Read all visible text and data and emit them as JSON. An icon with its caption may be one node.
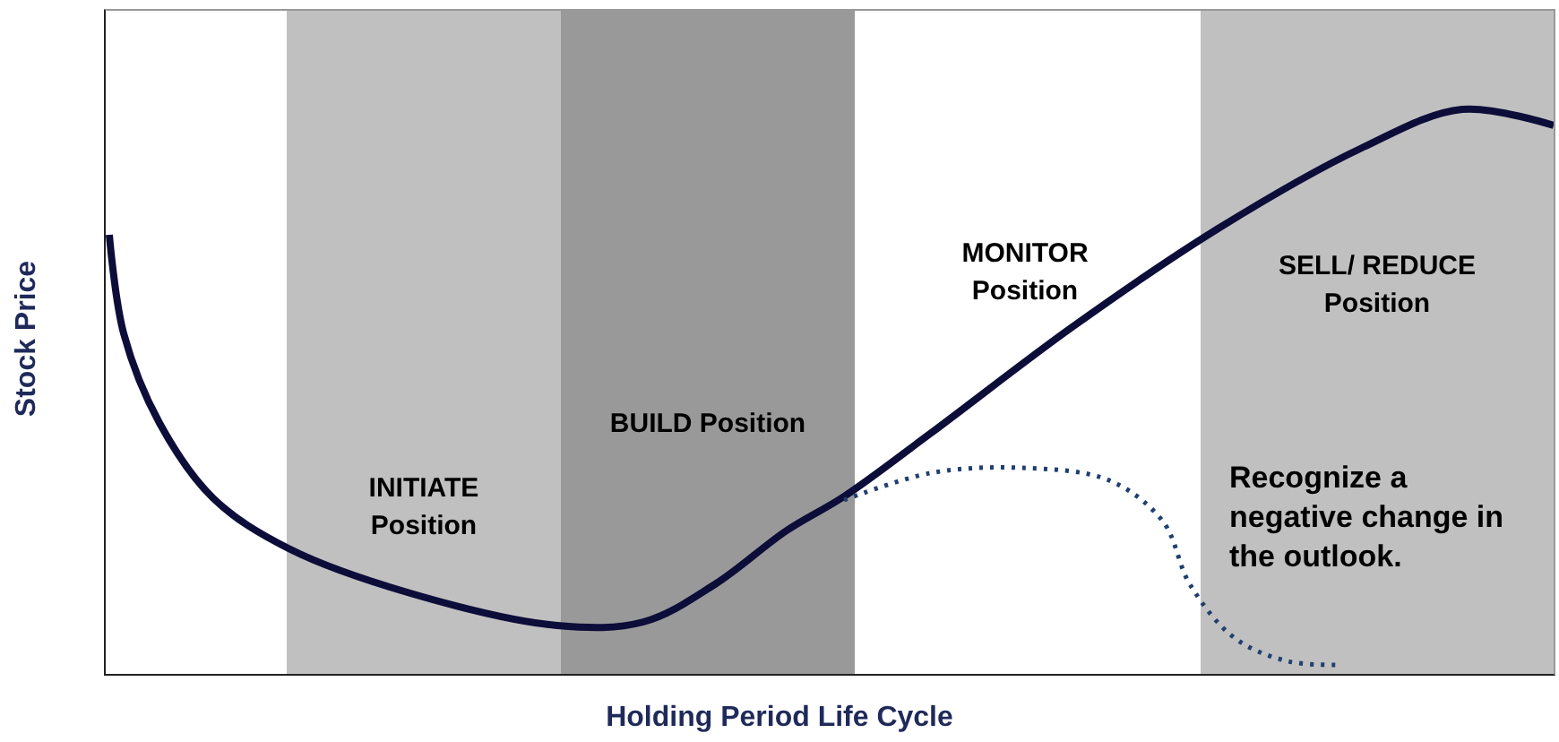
{
  "diagram": {
    "nodes": [
      {
        "text": [
          "INITIATE Position"
        ]
      },
      {
        "text": [
          "BUILD Position"
        ]
      },
      {
        "text": [
          "SELL/ REDUCE Position",
          "Recognize a negative change in the outlook."
        ]
      }
    ],
    "labels": [
      "MONITOR Position",
      "Stock Price",
      "Holding Period Life Cycle"
    ]
  }
}
